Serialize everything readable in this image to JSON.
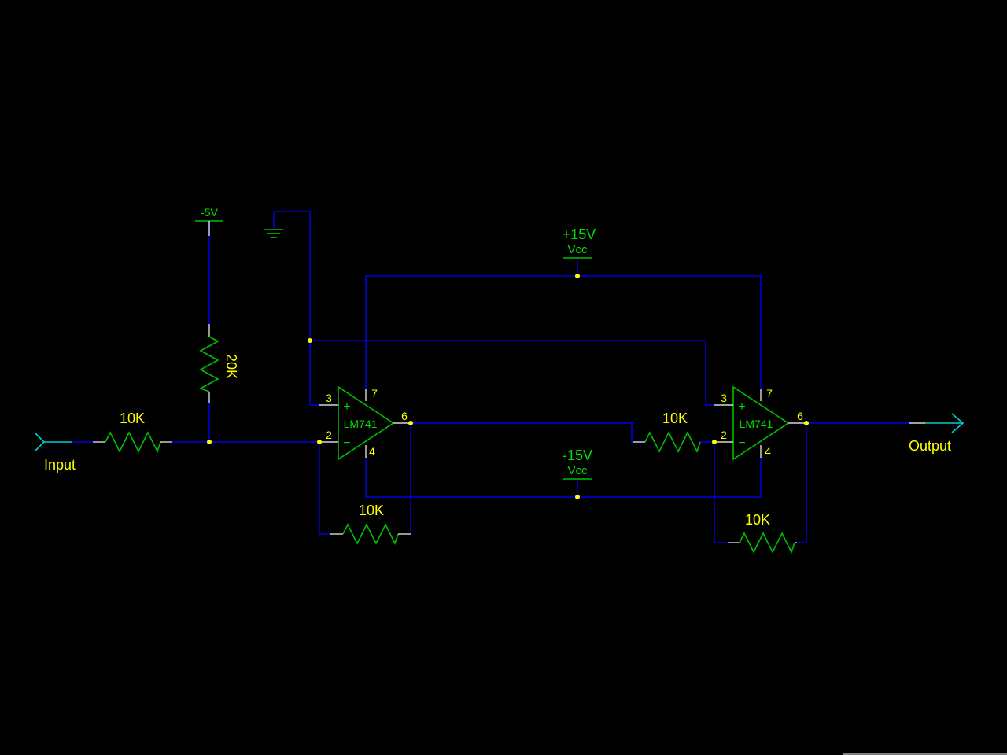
{
  "labels": {
    "input": "Input",
    "output": "Output",
    "neg5": "-5V",
    "pos15": "+15V",
    "neg15": "-15V",
    "vcc": "Vcc"
  },
  "resistors": {
    "r_input": "10K",
    "r_bias": "20K",
    "r_fb1": "10K",
    "r_mid": "10K",
    "r_fb2": "10K"
  },
  "opamps": {
    "u1": {
      "part": "LM741",
      "pin_noninv": "3",
      "pin_inv": "2",
      "pin_out": "6",
      "pin_vpos": "7",
      "pin_vneg": "4",
      "plus": "+",
      "minus": "−"
    },
    "u2": {
      "part": "LM741",
      "pin_noninv": "3",
      "pin_inv": "2",
      "pin_out": "6",
      "pin_vpos": "7",
      "pin_vneg": "4",
      "plus": "+",
      "minus": "−"
    }
  },
  "colors": {
    "wire": "#0000e6",
    "component": "#00c000",
    "text": "#ffff00",
    "port": "#00d0d0",
    "background": "#000000"
  }
}
